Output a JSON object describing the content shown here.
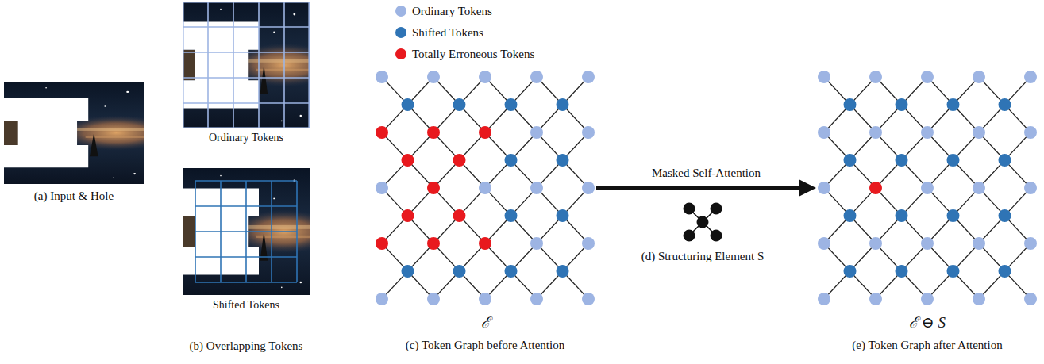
{
  "diagram": {
    "nodes": [
      {
        "text": [
          "ℰ",
          "(c) Token Graph before Attention"
        ]
      },
      {
        "text": [
          "ℰ ⊖ S",
          "(e) Token Graph after Attention"
        ]
      }
    ],
    "edges": [
      {
        "from": 0,
        "to": 1,
        "arrow": "to",
        "label": "Masked Self-Attention"
      }
    ],
    "labels": [
      "(a) Input & Hole",
      "Ordinary Tokens",
      "Shifted Tokens",
      "(b) Overlapping Tokens",
      "(d) Structuring Element S"
    ],
    "legend": [
      {
        "text": "Ordinary Tokens",
        "color": "#9db4e3"
      },
      {
        "text": "Shifted Tokens",
        "color": "#2f74b5"
      },
      {
        "text": "Totally Erroneous Tokens",
        "color": "#e8191e"
      }
    ]
  }
}
